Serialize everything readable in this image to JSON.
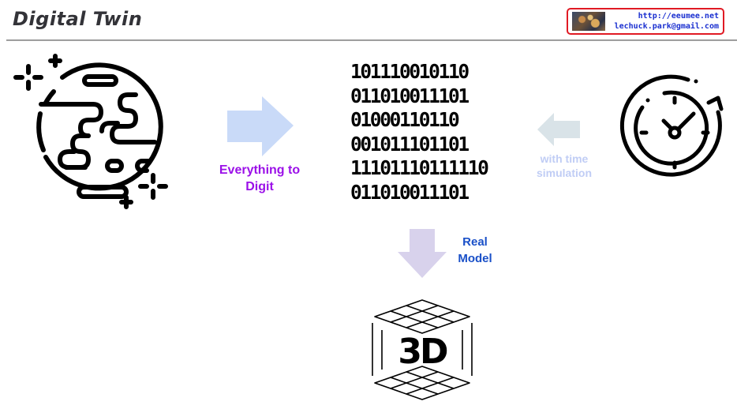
{
  "header": {
    "title": "Digital Twin",
    "badge": {
      "url": "http://eeumee.net",
      "email": "lechuck.park@gmail.com"
    }
  },
  "diagram": {
    "nodes": [
      {
        "id": "earth",
        "icon": "planet-icon"
      },
      {
        "id": "binary",
        "icon": "binary-data-icon"
      },
      {
        "id": "clock",
        "icon": "clock-history-icon"
      },
      {
        "id": "model3d",
        "icon": "3d-cube-icon"
      }
    ],
    "binary_rows": [
      "101110010110",
      "011010011101",
      "01000110110",
      "001011101101",
      "11101110111110",
      "011010011101"
    ],
    "edges": [
      {
        "from": "earth",
        "to": "binary",
        "label_line1": "Everything to",
        "label_line2": "Digit",
        "arrow_color": "#c9daf8",
        "label_color": "#9b10e8"
      },
      {
        "from": "clock",
        "to": "binary",
        "label_line1": "with time",
        "label_line2": "simulation",
        "arrow_color": "#d9e3e8",
        "label_color": "#c0cdf5"
      },
      {
        "from": "binary",
        "to": "model3d",
        "label_line1": "Real",
        "label_line2": "Model",
        "arrow_color": "#d8d2ec",
        "label_color": "#1a50c8"
      }
    ],
    "model_label": "3D"
  }
}
